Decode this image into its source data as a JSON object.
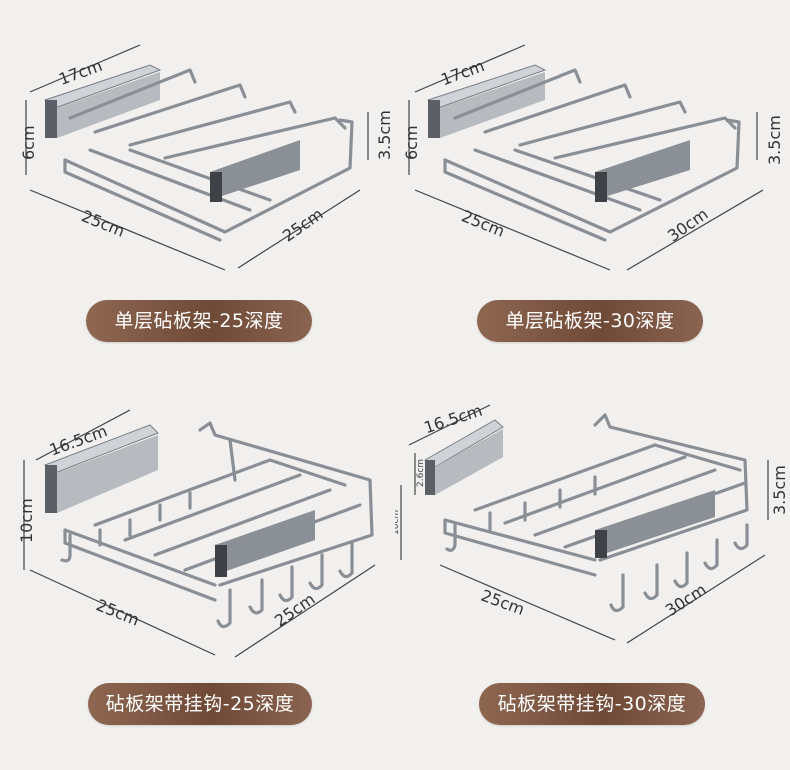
{
  "panels": [
    {
      "label": "单层砧板架-25深度",
      "dims": {
        "width": "17cm",
        "height": "6cm",
        "side_h": "3.5cm",
        "front": "25cm",
        "depth": "25cm"
      }
    },
    {
      "label": "单层砧板架-30深度",
      "dims": {
        "width": "17cm",
        "height": "6cm",
        "side_h": "3.5cm",
        "front": "25cm",
        "depth": "30cm"
      }
    },
    {
      "label": "砧板架带挂钩-25深度",
      "dims": {
        "width": "16.5cm",
        "height": "10cm",
        "front": "25cm",
        "depth": "25cm"
      }
    },
    {
      "label": "砧板架带挂钩-30深度",
      "dims": {
        "width": "16.5cm",
        "height": "10cm",
        "small_h": "2.6cm",
        "side_h": "3.5cm",
        "front": "25cm",
        "depth": "30cm"
      }
    }
  ],
  "colors": {
    "background": "#f1f0ee",
    "pill": "#7a5440",
    "metal": "#8a8f95"
  }
}
